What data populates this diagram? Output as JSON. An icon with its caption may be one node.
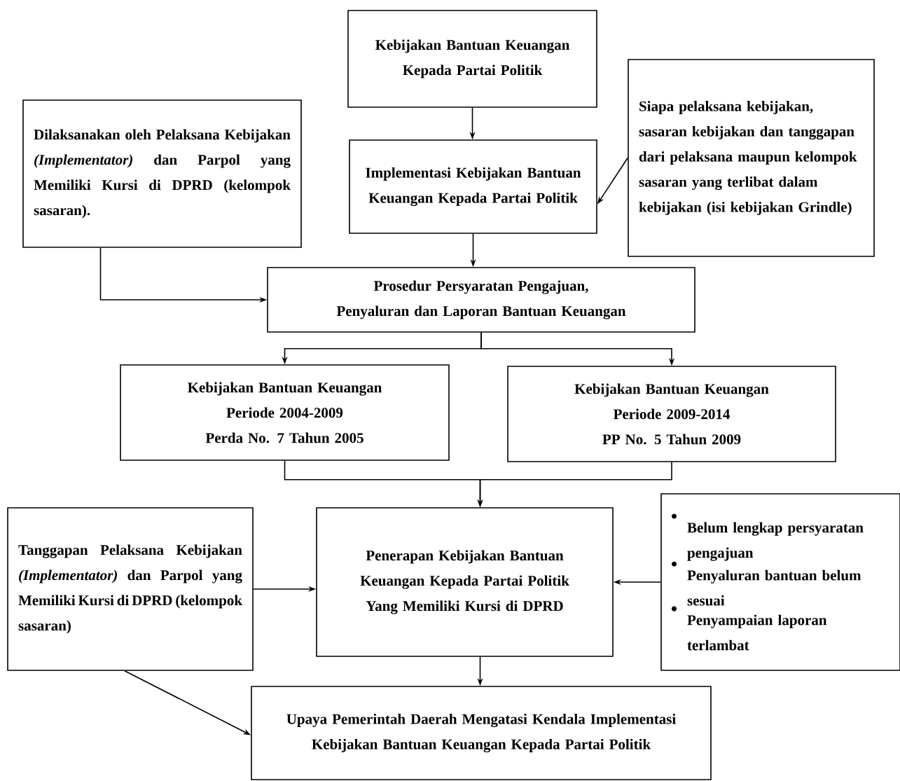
{
  "diagram": {
    "nodes": [
      {
        "text": [
          "Kebijakan Bantuan Keuangan Kepada Partai Politik"
        ]
      },
      {
        "text": [
          "Dilaksanakan oleh Pelaksana Kebijakan *(Implementator)* dan Parpol yang Memiliki Kursi di DPRD (kelompok sasaran)."
        ]
      },
      {
        "text": [
          "Implementasi Kebijakan Bantuan Keuangan Kepada Partai Politik"
        ]
      },
      {
        "text": [
          "Siapa pelaksana kebijakan, sasaran kebijakan dan tanggapan dari pelaksana maupun kelompok sasaran yang terlibat dalam kebijakan (isi kebijakan Grindle)"
        ]
      },
      {
        "text": [
          "Prosedur Persyaratan Pengajuan, Penyaluran dan Laporan Bantuan Keuangan"
        ]
      },
      {
        "text": [
          "Kebijakan Bantuan Keuangan",
          "Periode 2004-2009",
          "Perda No. 7 Tahun 2005"
        ]
      },
      {
        "text": [
          "Kebijakan Bantuan Keuangan",
          "Periode 2009-2014",
          "PP No. 5 Tahun 2009"
        ]
      },
      {
        "text": [
          "Tanggapan Pelaksana Kebijakan *(Implementator)* dan Parpol yang Memiliki Kursi di DPRD (kelompok sasaran)"
        ]
      },
      {
        "text": [
          "Penerapan Kebijakan Bantuan Keuangan Kepada Partai Politik",
          "Yang Memiliki Kursi di DPRD"
        ]
      },
      {
        "text": [
          "Belum lengkap persyaratan pengajuan",
          "Penyaluran bantuan belum sesuai",
          "Penyampaian laporan terlambat"
        ]
      },
      {
        "text": [
          "Upaya Pemerintah Daerah Mengatasi Kendala Implementasi Kebijakan Bantuan Keuangan Kepada Partai Politik"
        ]
      }
    ],
    "edges": [
      {
        "from": 0,
        "to": 2,
        "arrow": "to"
      },
      {
        "from": 3,
        "to": 2,
        "arrow": "to"
      },
      {
        "from": 2,
        "to": 4,
        "arrow": "to"
      },
      {
        "from": 1,
        "to": 4,
        "arrow": "to"
      },
      {
        "from": 4,
        "to": 5,
        "arrow": "to"
      },
      {
        "from": 4,
        "to": 6,
        "arrow": "to"
      },
      {
        "from": 5,
        "to": 8,
        "arrow": "to"
      },
      {
        "from": 6,
        "to": 8,
        "arrow": "to"
      },
      {
        "from": 7,
        "to": 8,
        "arrow": "to"
      },
      {
        "from": 9,
        "to": 8,
        "arrow": "to"
      },
      {
        "from": 8,
        "to": 10,
        "arrow": "to"
      },
      {
        "from": 7,
        "to": 10,
        "arrow": "to"
      }
    ]
  }
}
